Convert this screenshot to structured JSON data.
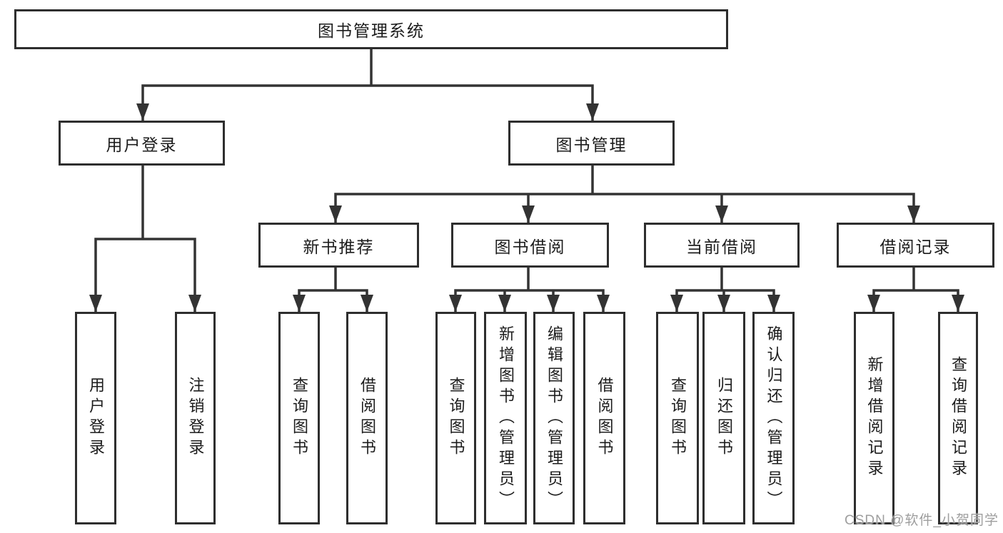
{
  "root": {
    "label": "图书管理系统"
  },
  "level2": {
    "login": "用户登录",
    "management": "图书管理"
  },
  "level3": {
    "recommend": "新书推荐",
    "borrow": "图书借阅",
    "current": "当前借阅",
    "records": "借阅记录"
  },
  "leaves": {
    "login": [
      "用户登录",
      "注销登录"
    ],
    "recommend": [
      "查询图书",
      "借阅图书"
    ],
    "borrow": [
      "查询图书",
      "新增图书（管理员）",
      "编辑图书（管理员）",
      "借阅图书"
    ],
    "current": [
      "查询图书",
      "归还图书",
      "确认归还（管理员）"
    ],
    "records": [
      "新增借阅记录",
      "查询借阅记录"
    ]
  },
  "watermark": "CSDN @软件_小贺同学",
  "colors": {
    "line": "#333333",
    "box_border": "#2e2e2e",
    "text": "#1c1c1c",
    "watermark": "#9e9e9e",
    "background": "#ffffff"
  }
}
